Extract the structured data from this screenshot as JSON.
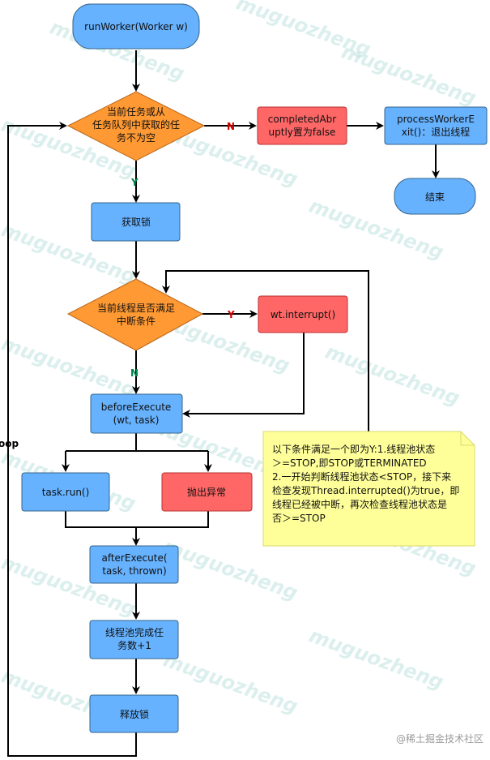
{
  "nodes": {
    "start": "runWorker(Worker w)",
    "cond_task": [
      "当前任务或从",
      "任务队列中获取的任",
      "务不为空"
    ],
    "completed_abruptly": [
      "completedAbr",
      "uptly置为false"
    ],
    "process_exit": [
      "processWorkerE",
      "xit()：退出线程"
    ],
    "end": "结束",
    "acquire_lock": "获取锁",
    "cond_interrupt": [
      "当前线程是否满足",
      "中断条件"
    ],
    "wt_interrupt": "wt.interrupt()",
    "before_execute": [
      "beforeExecute",
      "(wt, task)"
    ],
    "task_run": "task.run()",
    "throw_exception": "抛出异常",
    "after_execute": [
      "afterExecute(",
      "task, thrown)"
    ],
    "completed_tasks": [
      "线程池完成任",
      "务数+1"
    ],
    "release_lock": "释放锁"
  },
  "edge_labels": {
    "n1": "N",
    "y1": "Y",
    "y2": "Y",
    "n2": "N",
    "loop": "oop"
  },
  "note": [
    "以下条件满足一个即为Y:1.线程池状态",
    "＞=STOP,即STOP或TERMINATED",
    "2.一开始判断线程池状态<STOP，接下来",
    "检查发现Thread.interrupted()为true，即",
    "线程已经被中断，再次检查线程池状态是",
    "否＞=STOP"
  ],
  "watermark_text": "muguozheng",
  "footer_credit": "@稀土掘金技术社区",
  "colors": {
    "blue_fill": "#66b2ff",
    "blue_stroke": "#36648b",
    "orange_fill": "#ff9933",
    "orange_stroke": "#b8661a",
    "red_fill": "#ff6666",
    "red_stroke": "#b83232",
    "note_fill": "#ffff99",
    "label_red": "#cc0000",
    "label_green": "#00804a"
  }
}
